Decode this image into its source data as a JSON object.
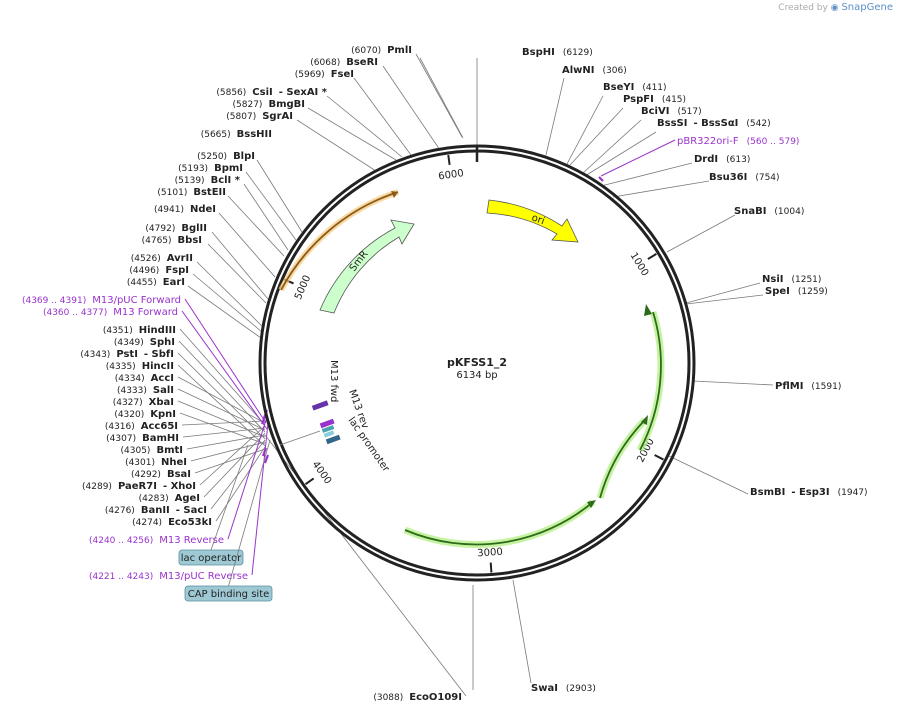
{
  "credit": {
    "prefix": "Created by",
    "brand": "SnapGene"
  },
  "map": {
    "name": "pKFSS1_2",
    "size_label": "6134 bp",
    "total_bp": 6134,
    "ticks": [
      "1000",
      "2000",
      "3000",
      "4000",
      "5000",
      "6000"
    ]
  },
  "sites": [
    {
      "pos": "(6129)",
      "name": "BspHI"
    },
    {
      "pos": "(306)",
      "name": "AlwNI"
    },
    {
      "pos": "(411)",
      "name": "BseYI"
    },
    {
      "pos": "(415)",
      "name": "PspFI"
    },
    {
      "pos": "(517)",
      "name": "BciVI"
    },
    {
      "pos": "(542)",
      "name": "BssSI",
      "name2": "- BssSαI"
    },
    {
      "pos": "(560 .. 579)",
      "name": "pBR322ori-F",
      "primer": true
    },
    {
      "pos": "(613)",
      "name": "DrdI"
    },
    {
      "pos": "(754)",
      "name": "Bsu36I"
    },
    {
      "pos": "(1004)",
      "name": "SnaBI"
    },
    {
      "pos": "(1251)",
      "name": "NsiI"
    },
    {
      "pos": "(1259)",
      "name": "SpeI"
    },
    {
      "pos": "(1591)",
      "name": "PflMI"
    },
    {
      "pos": "(1947)",
      "name": "BsmBI",
      "name2": "- Esp3I"
    },
    {
      "pos": "(2903)",
      "name": "SwaI"
    },
    {
      "pos": "(3088)",
      "name": "EcoO109I"
    },
    {
      "pos": "(6070)",
      "name": "PmlI"
    },
    {
      "pos": "(6068)",
      "name": "BseRI"
    },
    {
      "pos": "(5969)",
      "name": "FseI"
    },
    {
      "pos": "(5856)",
      "name": "CsiI",
      "name2": "- SexAI *"
    },
    {
      "pos": "(5827)",
      "name": "BmgBI"
    },
    {
      "pos": "(5807)",
      "name": "SgrAI"
    },
    {
      "pos": "(5665)",
      "name": "BssHII"
    },
    {
      "pos": "(5250)",
      "name": "BlpI"
    },
    {
      "pos": "(5193)",
      "name": "BpmI"
    },
    {
      "pos": "(5139)",
      "name": "BclI *"
    },
    {
      "pos": "(5101)",
      "name": "BstEII"
    },
    {
      "pos": "(4941)",
      "name": "NdeI"
    },
    {
      "pos": "(4792)",
      "name": "BglII"
    },
    {
      "pos": "(4765)",
      "name": "BbsI"
    },
    {
      "pos": "(4526)",
      "name": "AvrII"
    },
    {
      "pos": "(4496)",
      "name": "FspI"
    },
    {
      "pos": "(4455)",
      "name": "EarI"
    },
    {
      "pos": "(4369 .. 4391)",
      "name": "M13/pUC Forward",
      "primer": true
    },
    {
      "pos": "(4360 .. 4377)",
      "name": "M13 Forward",
      "primer": true
    },
    {
      "pos": "(4351)",
      "name": "HindIII"
    },
    {
      "pos": "(4349)",
      "name": "SphI"
    },
    {
      "pos": "(4343)",
      "name": "PstI",
      "name2": "- SbfI"
    },
    {
      "pos": "(4335)",
      "name": "HincII"
    },
    {
      "pos": "(4334)",
      "name": "AccI"
    },
    {
      "pos": "(4333)",
      "name": "SalI"
    },
    {
      "pos": "(4327)",
      "name": "XbaI"
    },
    {
      "pos": "(4320)",
      "name": "KpnI"
    },
    {
      "pos": "(4316)",
      "name": "Acc65I"
    },
    {
      "pos": "(4307)",
      "name": "BamHI"
    },
    {
      "pos": "(4305)",
      "name": "BmtI"
    },
    {
      "pos": "(4301)",
      "name": "NheI"
    },
    {
      "pos": "(4292)",
      "name": "BsaI"
    },
    {
      "pos": "(4289)",
      "name": "PaeR7I",
      "name2": "- XhoI"
    },
    {
      "pos": "(4283)",
      "name": "AgeI"
    },
    {
      "pos": "(4276)",
      "name": "BanII",
      "name2": "- SacI"
    },
    {
      "pos": "(4274)",
      "name": "Eco53kI"
    },
    {
      "pos": "(4240 .. 4256)",
      "name": "M13 Reverse",
      "primer": true
    },
    {
      "pos": "(4221 .. 4243)",
      "name": "M13/pUC Reverse",
      "primer": true
    }
  ],
  "feature_boxes": [
    "lac operator",
    "CAP binding site"
  ],
  "features": {
    "ori": "ori",
    "smr": "SmR",
    "m13_fwd": "M13 fwd",
    "m13_rev": "M13 rev",
    "lac_promoter": "lac promoter"
  },
  "colors": {
    "backbone": "#222222",
    "ori": "#ffff00",
    "smr": "#ccffcc",
    "primer": "#9933cc",
    "orf_track": "#2d6b1a",
    "orf_glow": "#b7f08a",
    "orange_track": "#8a5a1a",
    "feature_box": "#9ec9d4"
  }
}
